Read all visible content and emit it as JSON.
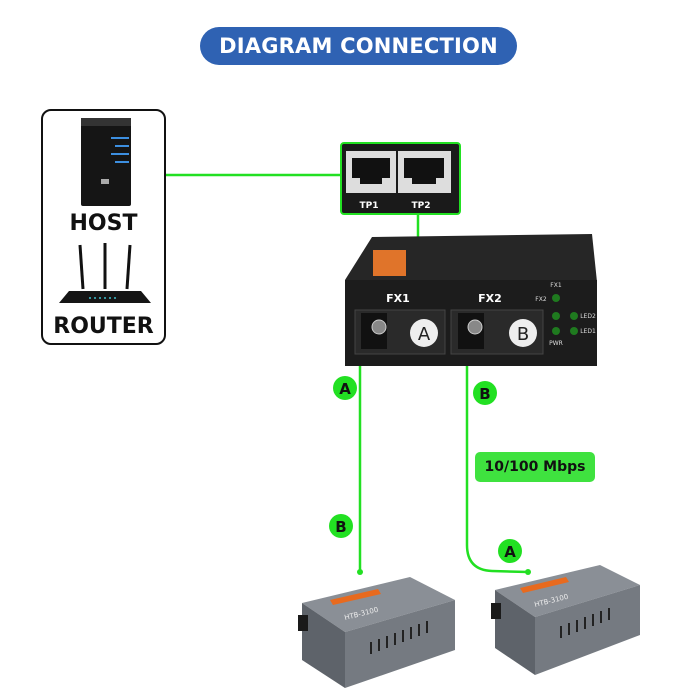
{
  "title": "DIAGRAM CONNECTION",
  "colors": {
    "title_bg": "#2f62b3",
    "link_green": "#22e022",
    "device_black": "#1b1b1b",
    "small_device_grey": "#7a7f86",
    "label_orange": "#e86a1e"
  },
  "host_box": {
    "host_label": "HOST",
    "router_label": "ROUTER",
    "icons": [
      "server-tower-icon",
      "wifi-router-icon"
    ]
  },
  "ethernet_ports": {
    "ports": [
      "TP1",
      "TP2"
    ]
  },
  "main_converter": {
    "fiber_ports": [
      "FX1",
      "FX2"
    ],
    "port_markers": [
      "A",
      "B"
    ],
    "leds": [
      "FX1",
      "FX2",
      "LED2",
      "LED1",
      "PWR"
    ]
  },
  "links": {
    "fx1_top_label": "A",
    "fx1_bottom_label": "B",
    "fx2_top_label": "B",
    "fx2_bottom_label": "A",
    "speed": "10/100 Mbps"
  },
  "remote_converters": {
    "count_label": "",
    "model": "HTB-3100"
  }
}
